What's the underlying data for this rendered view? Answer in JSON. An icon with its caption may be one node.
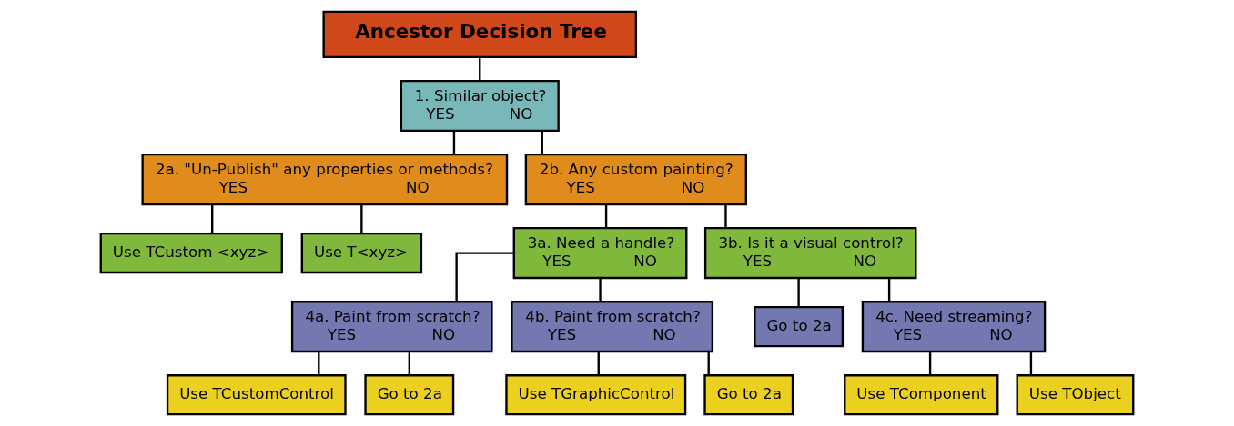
{
  "diagram": {
    "nodes": [
      {
        "text": [
          "Ancestor Decision Tree"
        ]
      },
      {
        "text": [
          "1. Similar object?",
          "YES",
          "NO"
        ]
      },
      {
        "text": [
          "2a. \"Un-Publish\" any properties or methods?",
          "YES",
          "NO"
        ]
      },
      {
        "text": [
          "2b. Any custom painting?",
          "YES",
          "NO"
        ]
      },
      {
        "text": [
          "Use TCustom <xyz>"
        ]
      },
      {
        "text": [
          "Use T<xyz>"
        ]
      },
      {
        "text": [
          "3a. Need a handle?",
          "YES",
          "NO"
        ]
      },
      {
        "text": [
          "3b. Is it a visual control?",
          "YES",
          "NO"
        ]
      },
      {
        "text": [
          "4a. Paint from scratch?",
          "YES",
          "NO"
        ]
      },
      {
        "text": [
          "4b. Paint from scratch?",
          "YES",
          "NO"
        ]
      },
      {
        "text": [
          "Go to 2a"
        ]
      },
      {
        "text": [
          "4c. Need streaming?",
          "YES",
          "NO"
        ]
      },
      {
        "text": [
          "Use TCustomControl"
        ]
      },
      {
        "text": [
          "Go to 2a"
        ]
      },
      {
        "text": [
          "Use TGraphicControl"
        ]
      },
      {
        "text": [
          "Go to 2a"
        ]
      },
      {
        "text": [
          "Use TComponent"
        ]
      },
      {
        "text": [
          "Use TObject"
        ]
      }
    ],
    "edges": [
      {
        "from": 0,
        "to": 1,
        "arrow": "none"
      },
      {
        "from": 1,
        "to": 2,
        "arrow": "none"
      },
      {
        "from": 1,
        "to": 3,
        "arrow": "none"
      },
      {
        "from": 2,
        "to": 4,
        "arrow": "none"
      },
      {
        "from": 2,
        "to": 5,
        "arrow": "none"
      },
      {
        "from": 3,
        "to": 6,
        "arrow": "none"
      },
      {
        "from": 3,
        "to": 7,
        "arrow": "none"
      },
      {
        "from": 6,
        "to": 8,
        "arrow": "none"
      },
      {
        "from": 6,
        "to": 9,
        "arrow": "none"
      },
      {
        "from": 7,
        "to": 10,
        "arrow": "none"
      },
      {
        "from": 7,
        "to": 11,
        "arrow": "none"
      },
      {
        "from": 8,
        "to": 12,
        "arrow": "none"
      },
      {
        "from": 8,
        "to": 13,
        "arrow": "none"
      },
      {
        "from": 9,
        "to": 14,
        "arrow": "none"
      },
      {
        "from": 9,
        "to": 15,
        "arrow": "none"
      },
      {
        "from": 11,
        "to": 16,
        "arrow": "none"
      },
      {
        "from": 11,
        "to": 17,
        "arrow": "none"
      }
    ]
  }
}
